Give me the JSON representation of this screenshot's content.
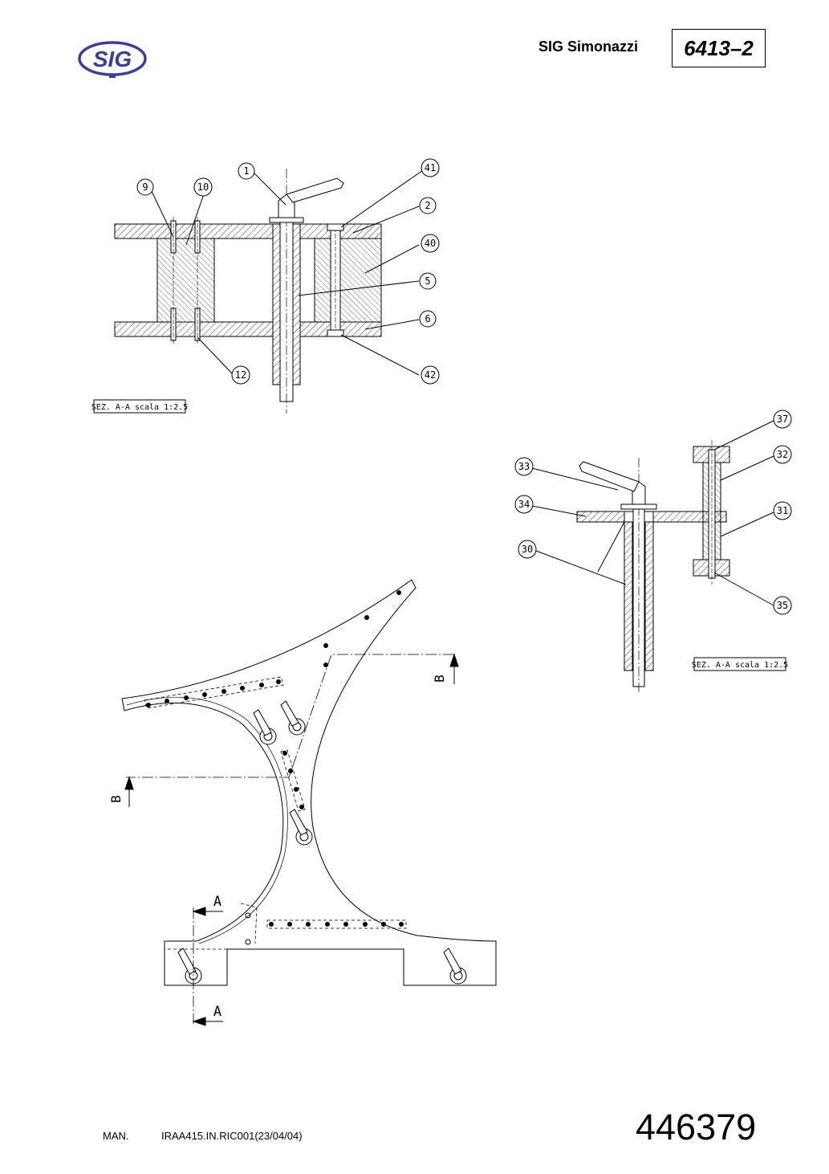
{
  "header": {
    "logo_text": "SIG",
    "company": "SIG Simonazzi",
    "doc_number": "6413–2"
  },
  "section_label_top": "SEZ. A-A scala 1:2.5",
  "section_label_right": "SEZ. A-A scala 1:2.5",
  "callouts": {
    "c1": "1",
    "c9": "9",
    "c10": "10",
    "c41": "41",
    "c2": "2",
    "c40": "40",
    "c5": "5",
    "c6": "6",
    "c12": "12",
    "c42": "42",
    "c37": "37",
    "c32": "32",
    "c33": "33",
    "c34": "34",
    "c31": "31",
    "c30": "30",
    "c35": "35"
  },
  "section_marks": {
    "b_upper": "B",
    "b_left": "B",
    "a_upper": "A",
    "a_lower": "A"
  },
  "footer": {
    "man": "MAN.",
    "ref": "IRAA415.IN.RIC001(23/04/04)",
    "page_number": "446379"
  }
}
